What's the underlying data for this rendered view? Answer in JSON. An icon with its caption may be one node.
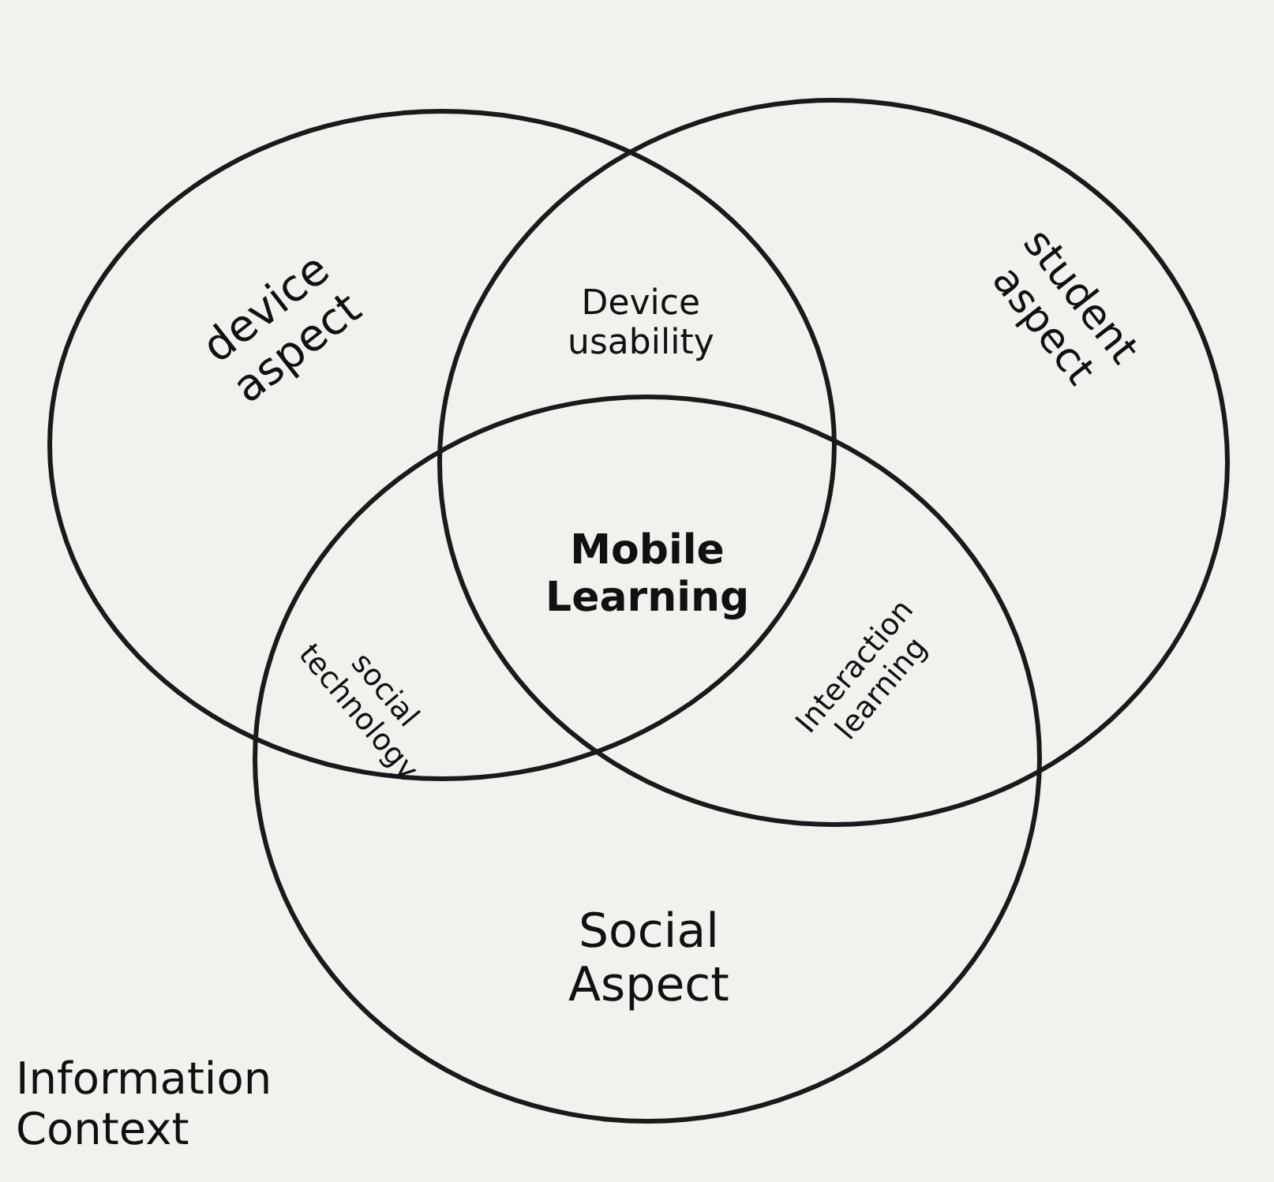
{
  "diagram": {
    "nodes": [
      {
        "text": [
          "device aspect"
        ]
      },
      {
        "text": [
          "student aspect"
        ]
      },
      {
        "text": [
          "Social Aspect"
        ]
      }
    ],
    "labels": [
      "Device usability",
      "Mobile Learning",
      "social technology",
      "Interaction learning",
      "Information Context"
    ]
  }
}
